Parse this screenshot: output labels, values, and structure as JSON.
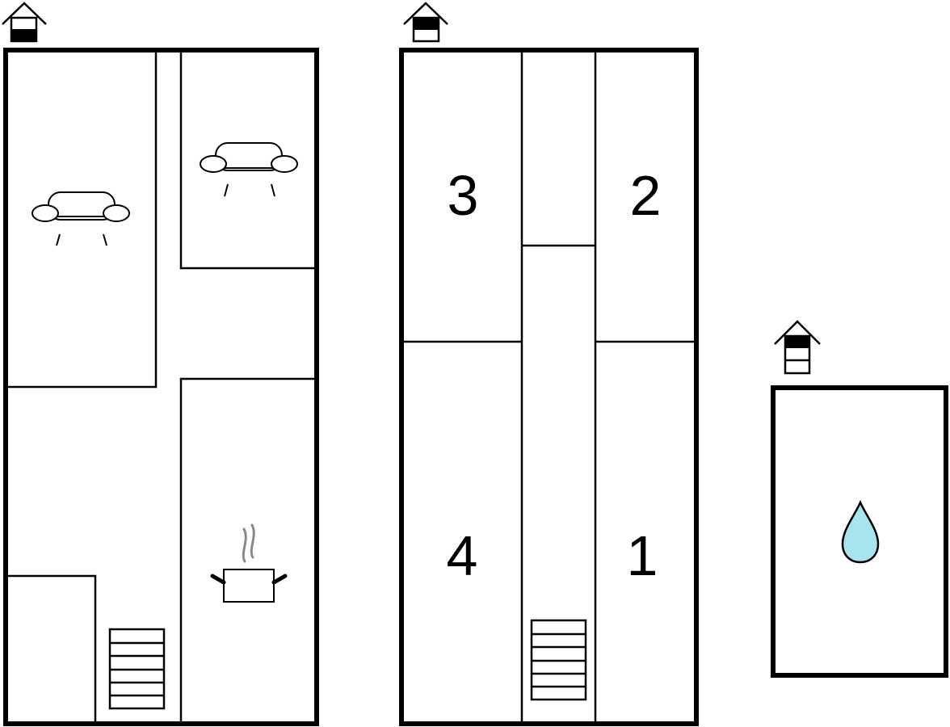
{
  "floor_plan": {
    "colors": {
      "wall": "#000000",
      "background": "#ffffff",
      "steam": "#8a8a8a",
      "water_fill": "#a8e4ee"
    },
    "floors": [
      {
        "level_indicator": "house-level-icon-ground",
        "rooms": [
          {
            "type": "living-room",
            "icon": "sofa-icon"
          },
          {
            "type": "living-room",
            "icon": "sofa-icon"
          },
          {
            "type": "kitchen",
            "icon": "cooking-pot-icon"
          },
          {
            "type": "stairs",
            "icon": "stairs-icon"
          }
        ]
      },
      {
        "level_indicator": "house-level-icon-upper",
        "rooms": [
          {
            "type": "bedroom",
            "label": "3"
          },
          {
            "type": "bedroom",
            "label": "2"
          },
          {
            "type": "bedroom",
            "label": "4"
          },
          {
            "type": "bedroom",
            "label": "1"
          },
          {
            "type": "stairs",
            "icon": "stairs-icon"
          }
        ]
      },
      {
        "level_indicator": "house-level-icon-basement",
        "rooms": [
          {
            "type": "pool",
            "icon": "water-drop-icon"
          }
        ]
      }
    ]
  }
}
